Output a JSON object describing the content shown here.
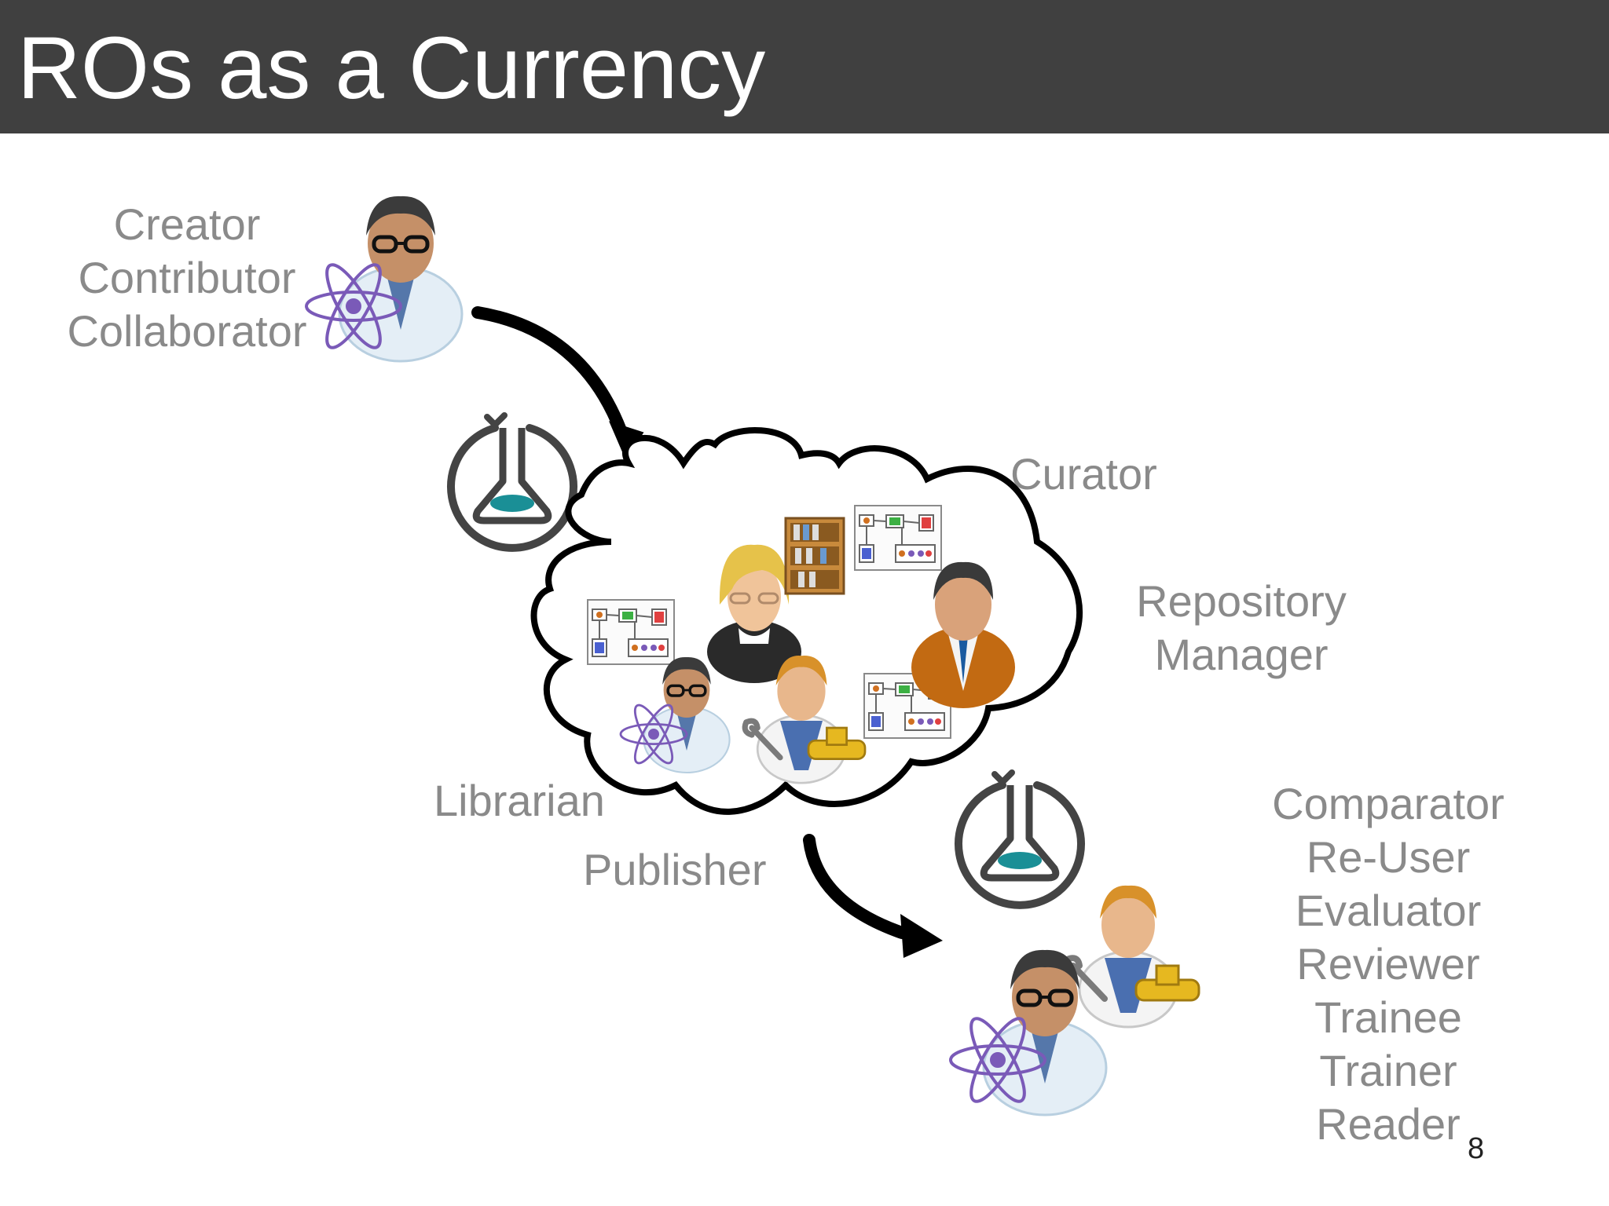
{
  "slide": {
    "title": "ROs as a Currency",
    "page_number": "8"
  },
  "roles": {
    "creator_group": [
      "Creator",
      "Contributor",
      "Collaborator"
    ],
    "curator": "Curator",
    "repository_manager": [
      "Repository",
      "Manager"
    ],
    "librarian": "Librarian",
    "publisher": "Publisher",
    "consumer_group": [
      "Comparator",
      "Re-User",
      "Evaluator",
      "Reviewer",
      "Trainee",
      "Trainer",
      "Reader"
    ]
  },
  "icons": {
    "scientist": "scientist-icon",
    "librarian": "librarian-icon",
    "manager": "manager-icon",
    "engineer": "engineer-icon",
    "workflow": "workflow-diagram-icon",
    "ro_flask": "research-object-flask-icon",
    "bookshelf": "bookshelf-icon"
  },
  "colors": {
    "title_bar": "#404040",
    "label_gray": "#8a8a8a",
    "flask_teal": "#1a8f96",
    "arrow": "#000000"
  }
}
